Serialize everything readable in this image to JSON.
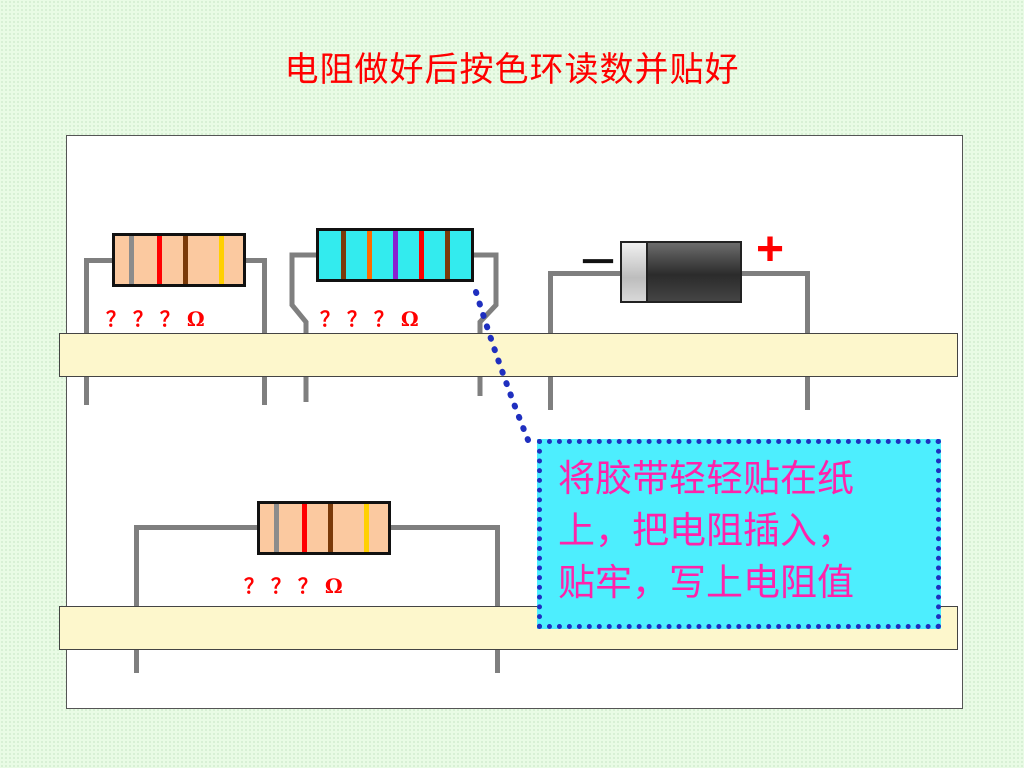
{
  "title": "电阻做好后按色环读数并贴好",
  "resistor_label": "？ ？ ？ Ω",
  "resistors": [
    {
      "bands": [
        "#8c8c8c",
        "#ff0000",
        "#7a3a0a",
        "#ffd000"
      ]
    },
    {
      "bands": [
        "#7a3a0a",
        "#ff6a00",
        "#8b1fd0",
        "#ff0000",
        "#7a3a0a"
      ]
    },
    {
      "bands": [
        "#8c8c8c",
        "#ff0000",
        "#7a3a0a",
        "#ffd000"
      ]
    }
  ],
  "diode": {
    "minus": "－",
    "plus": "+"
  },
  "note": "将胶带轻轻贴在纸\n上，把电阻插入，\n贴牢，写上电阻值",
  "colors": {
    "title": "#ff0000",
    "resistor_body": "#fbc9a0",
    "resistor_body_2": "#33ebee",
    "note_fill": "#4deefe",
    "note_text": "#ff22aa",
    "note_border": "#1f2fbf",
    "tape": "#fdf7cc"
  }
}
